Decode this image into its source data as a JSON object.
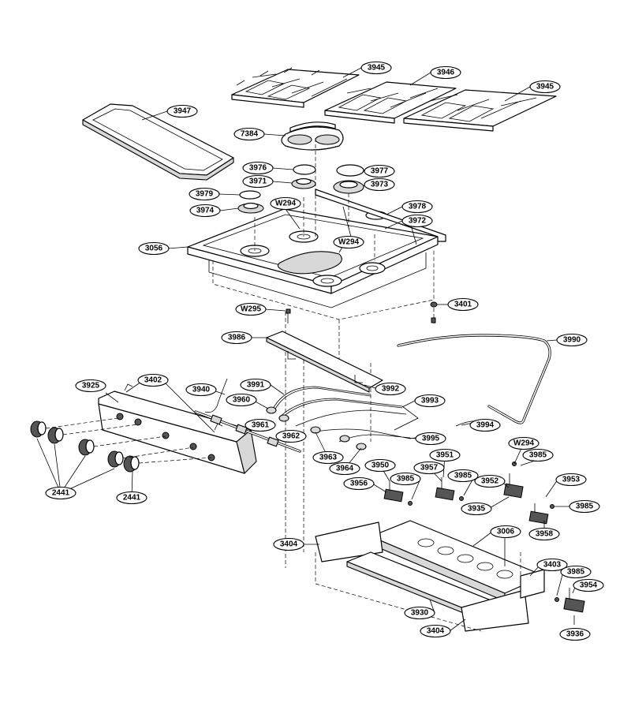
{
  "labels": {
    "l3945a": "3945",
    "l3946": "3946",
    "l3945b": "3945",
    "l3947": "3947",
    "l7384": "7384",
    "l3976": "3976",
    "l3977": "3977",
    "l3971": "3971",
    "l3973": "3973",
    "l3979": "3979",
    "l3974": "3974",
    "lW294a": "W294",
    "l3978": "3978",
    "l3972": "3972",
    "lW294b": "W294",
    "l3056": "3056",
    "lW295": "W295",
    "l3401": "3401",
    "l3986": "3986",
    "l3990": "3990",
    "l3925": "3925",
    "l3402": "3402",
    "l3940": "3940",
    "l3991": "3991",
    "l3992": "3992",
    "l3960": "3960",
    "l3993": "3993",
    "l3961": "3961",
    "l3994": "3994",
    "l3962": "3962",
    "l3995": "3995",
    "lW294c": "W294",
    "l3963": "3963",
    "l3951": "3951",
    "l3985a": "3985",
    "l3950": "3950",
    "l3964": "3964",
    "l3957": "3957",
    "l3985b": "3985",
    "l3985c": "3985",
    "l3953": "3953",
    "l3956": "3956",
    "l3952": "3952",
    "l3935": "3935",
    "l3985d": "3985",
    "l2441a": "2441",
    "l2441b": "2441",
    "l3958": "3958",
    "l3006": "3006",
    "l3404a": "3404",
    "l3403": "3403",
    "l3985e": "3985",
    "l3954": "3954",
    "l3930": "3930",
    "l3404b": "3404",
    "l3936": "3936"
  }
}
